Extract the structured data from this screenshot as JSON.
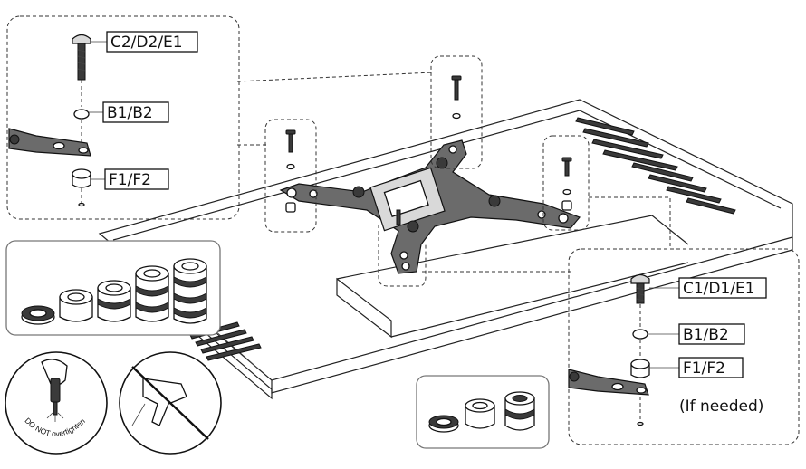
{
  "callouts": {
    "top_left_screw": "C2/D2/E1",
    "top_left_washer": "B1/B2",
    "top_left_spacer": "F1/F2",
    "right_screw": "C1/D1/E1",
    "right_washer": "B1/B2",
    "right_spacer": "F1/F2",
    "right_note": "(If needed)"
  },
  "warning": {
    "text": "DO NOT overtighten"
  }
}
